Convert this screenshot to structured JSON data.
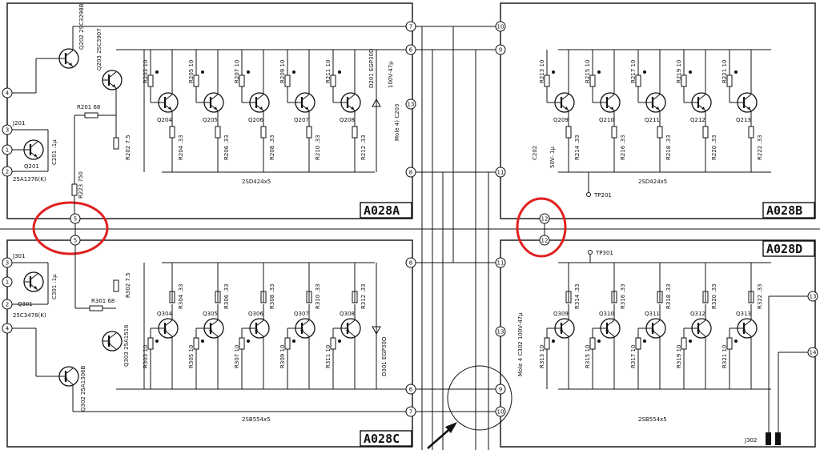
{
  "boards": [
    {
      "title": "A028A",
      "bus": "2SD424x5",
      "base_r": [
        "R203 10",
        "R205 10",
        "R207 10",
        "R209 10",
        "R211 10"
      ],
      "q": [
        "Q204",
        "Q205",
        "Q206",
        "Q207",
        "Q208"
      ],
      "em_r": [
        "R204 .33",
        "R206 .33",
        "R208 .33",
        "R210 .33",
        "R212 .33"
      ],
      "pins": [
        "7",
        "6",
        "13",
        "8",
        "5"
      ]
    },
    {
      "title": "A028B",
      "bus": "2SD424x5",
      "base_r": [
        "R213 10",
        "R215 10",
        "R217 10",
        "R219 10",
        "R221 10"
      ],
      "q": [
        "Q209",
        "Q210",
        "Q211",
        "Q212",
        "Q213"
      ],
      "em_r": [
        "R214 .33",
        "R216 .33",
        "R218 .33",
        "R220 .33",
        "R222 .33"
      ],
      "pins": [
        "10",
        "9",
        "11",
        "12"
      ]
    },
    {
      "title": "A028C",
      "bus": "2SB554x5",
      "base_r": [
        "R303 10",
        "R305 10",
        "R307 10",
        "R309 10",
        "R311 10"
      ],
      "q": [
        "Q304",
        "Q305",
        "Q306",
        "Q307",
        "Q308"
      ],
      "em_r": [
        "R304 .33",
        "R306 .33",
        "R308 .33",
        "R310 .33",
        "R312 .33"
      ],
      "pins": [
        "8",
        "6",
        "7",
        "5"
      ]
    },
    {
      "title": "A028D",
      "bus": "2SB554x5",
      "base_r": [
        "R313 10",
        "R315 10",
        "R317 10",
        "R319 10",
        "R321 10"
      ],
      "q": [
        "Q309",
        "Q310",
        "Q311",
        "Q312",
        "Q313"
      ],
      "em_r": [
        "R314 .33",
        "R316 .33",
        "R318 .33",
        "R320 .33",
        "R322 .33"
      ],
      "pins": [
        "11",
        "13",
        "9",
        "10",
        "12"
      ]
    }
  ],
  "left_a": {
    "j": "J201",
    "q_small": "Q201",
    "q_part": "25A1376(K)",
    "cap": "C201 .1µ",
    "q_driver": "Q202 2SC3298B",
    "q_pre": "Q203 2SC3907",
    "r_link": "R201 68",
    "r_em": "R202 7.5",
    "r_base": "R223 750",
    "diode": "D201 EGP30D",
    "cap_b": "100V-47µ",
    "cap_b2": "Mole 4) C203",
    "pins": [
      "4",
      "3",
      "1",
      "2"
    ]
  },
  "left_c": {
    "j": "J301",
    "q_small": "Q301",
    "q_part": "25C3478(K)",
    "cap": "C301 .1µ",
    "r_link": "R301 68",
    "r_em": "R302 7.5",
    "q_pre": "Q303 25A1516",
    "q_driver": "Q302 25A1306B",
    "diode": "D301 EGP30D",
    "pins": [
      "3",
      "1",
      "2",
      "4"
    ]
  },
  "right_b": {
    "cap": "C202",
    "cap_v": "50V-.1µ",
    "tp": "TP201",
    "q_first": "Q209"
  },
  "right_d": {
    "tp": "TP301",
    "cap": "Mole 4  C302 100V-47µ",
    "j": "J302",
    "pins_right": [
      "13",
      "14"
    ]
  },
  "mid_pins": {
    "left_top": "5",
    "left_bot": "5",
    "right_top": "12",
    "right_bot": "12"
  }
}
